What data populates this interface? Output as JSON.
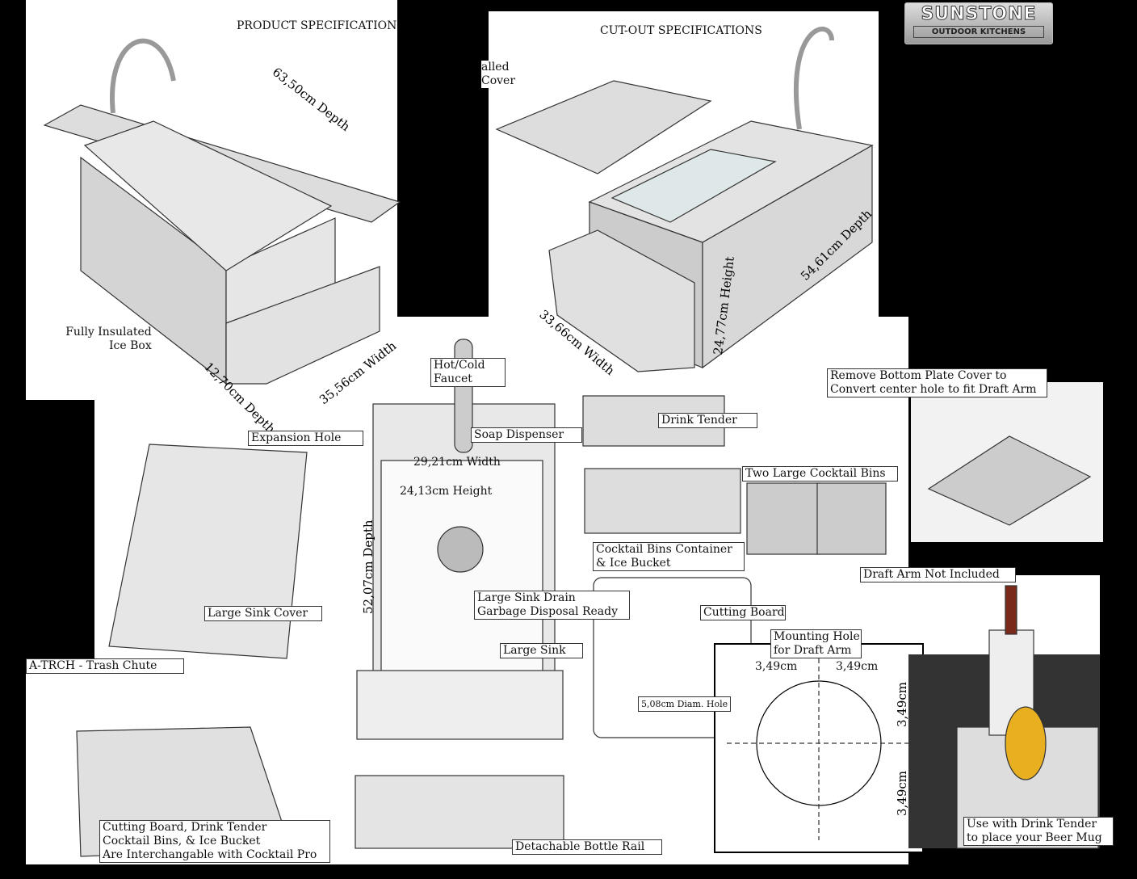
{
  "logo": {
    "name": "SUNSTONE",
    "tagline": "OUTDOOR KITCHENS"
  },
  "headings": {
    "product": "PRODUCT SPECIFICATION",
    "cutout": "CUT-OUT SPECIFICATIONS"
  },
  "dimensions": {
    "d1": "63,50cm Depth",
    "d2": "35,56cm Width",
    "d3": "12,70cm Depth",
    "d4": "54,61cm Depth",
    "d5": "33,66cm Width",
    "d6": "24,77cm Height",
    "d7": "52,07cm Depth",
    "d8": "3,49cm",
    "d9": "3,49cm",
    "d10": "3,49cm",
    "d11": "3,49cm"
  },
  "labels": {
    "installed_cover_1": "alled",
    "installed_cover_2": "Cover",
    "ice_box_1": "Fully Insulated",
    "ice_box_2": "Ice Box",
    "faucet_1": "Hot/Cold",
    "faucet_2": "Faucet",
    "expansion": "Expansion Hole",
    "soap": "Soap Dispenser",
    "sink_width": "29,21cm Width",
    "sink_height": "24,13cm Height",
    "drink_tender": "Drink Tender",
    "two_bins": "Two Large Cocktail Bins",
    "bins_container_1": "Cocktail Bins Container",
    "bins_container_2": "& Ice Bucket",
    "remove_plate_1": "Remove Bottom Plate Cover to",
    "remove_plate_2": "Convert center hole to fit Draft Arm",
    "draft_not_included": "Draft Arm Not Included",
    "sink_cover": "Large Sink Cover",
    "drain_1": "Large Sink Drain",
    "drain_2": "Garbage Disposal Ready",
    "cutting_board": "Cutting Board",
    "mount_1": "Mounting Hole",
    "mount_2": "for Draft Arm",
    "hole": "5,08cm Diam. Hole",
    "large_sink": "Large Sink",
    "trash": "A-TRCH - Trash Chute",
    "interchange_1": "Cutting Board, Drink Tender",
    "interchange_2": "Cocktail Bins, & Ice Bucket",
    "interchange_3": "Are Interchangable with Cocktail Pro",
    "bottle_rail": "Detachable Bottle Rail",
    "beer_1": "Use with Drink Tender",
    "beer_2": "to place your Beer Mug"
  }
}
